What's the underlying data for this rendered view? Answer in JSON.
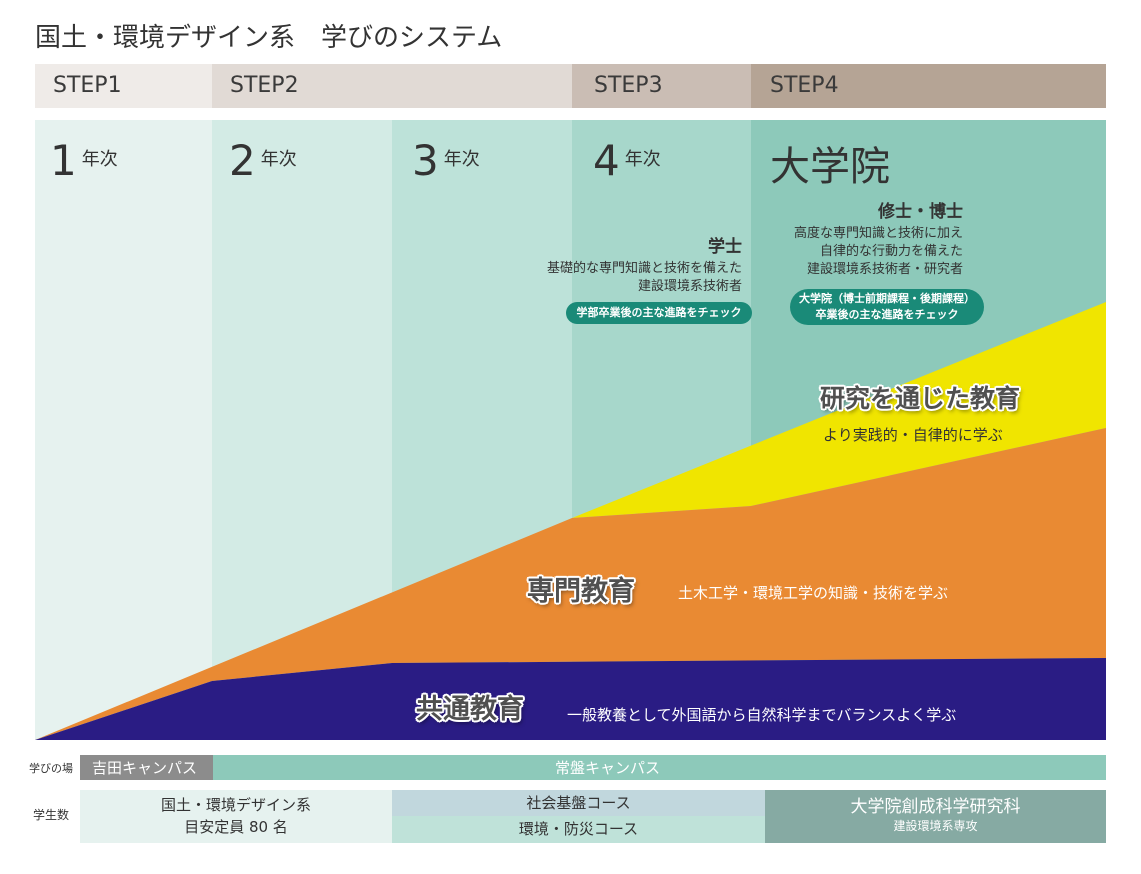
{
  "title": "国土・環境デザイン系　学びのシステム",
  "steps": [
    {
      "label": "STEP1",
      "color": "#efebe8"
    },
    {
      "label": "STEP2",
      "color": "#e1dad5"
    },
    {
      "label": "STEP3",
      "color": "#cabdb4"
    },
    {
      "label": "STEP4",
      "color": "#b5a495"
    }
  ],
  "years": [
    {
      "number": "1",
      "unit": "年次",
      "color": "#e6f2ef"
    },
    {
      "number": "2",
      "unit": "年次",
      "color": "#d3ebe5"
    },
    {
      "number": "3",
      "unit": "年次",
      "color": "#bde2d9"
    },
    {
      "number": "4",
      "unit": "年次",
      "color": "#a7d7cb"
    }
  ],
  "graduate_school": {
    "label": "大学院",
    "color": "#8dc9ba"
  },
  "bachelor": {
    "degree": "学士",
    "description": [
      "基礎的な専門知識と技術を備えた",
      "建設環境系技術者"
    ],
    "career_button": "学部卒業後の主な進路をチェック"
  },
  "master_doctor": {
    "degree": "修士・博士",
    "description": [
      "高度な専門知識と技術に加え",
      "自律的な行動力を備えた",
      "建設環境系技術者・研究者"
    ],
    "career_button": [
      "大学院（博士前期課程・後期課程）",
      "卒業後の主な進路をチェック"
    ]
  },
  "button_color": "#1a8a78",
  "education": {
    "research": {
      "title": "研究を通じた教育",
      "description": "より実践的・自律的に学ぶ",
      "color": "#f0e500"
    },
    "specialized": {
      "title": "専門教育",
      "description": "土木工学・環境工学の知識・技術を学ぶ",
      "color": "#e98a33"
    },
    "general": {
      "title": "共通教育",
      "description": "一般教養として外国語から自然科学までバランスよく学ぶ",
      "color": "#2a1c84"
    }
  },
  "campus": {
    "label": "学びの場",
    "yoshida": {
      "name": "吉田キャンパス",
      "color": "#8c8c8c"
    },
    "tokiwa": {
      "name": "常盤キャンパス",
      "color": "#8dc9ba"
    }
  },
  "students": {
    "label": "学生数",
    "department": {
      "lines": [
        "国土・環境デザイン系",
        "目安定員 80 名"
      ],
      "color": "#e6f2ef"
    },
    "courses": [
      {
        "name": "社会基盤コース",
        "color": "#c1d7dd"
      },
      {
        "name": "環境・防災コース",
        "color": "#bfe2d9"
      }
    ],
    "graduate": {
      "name": "大学院創成科学研究科",
      "major": "建設環境系専攻",
      "color": "#86aaa3"
    }
  }
}
